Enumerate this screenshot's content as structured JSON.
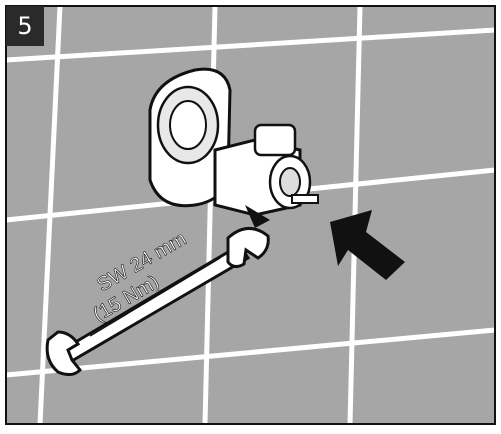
{
  "step": {
    "number": "5"
  },
  "wrench": {
    "size_label": "SW 24 mm",
    "torque_label": "(15 Nm)"
  },
  "colors": {
    "tile_bg": "#a6a6a6",
    "grout": "#ffffff",
    "ink": "#111111",
    "badge": "#2a2a2a"
  }
}
